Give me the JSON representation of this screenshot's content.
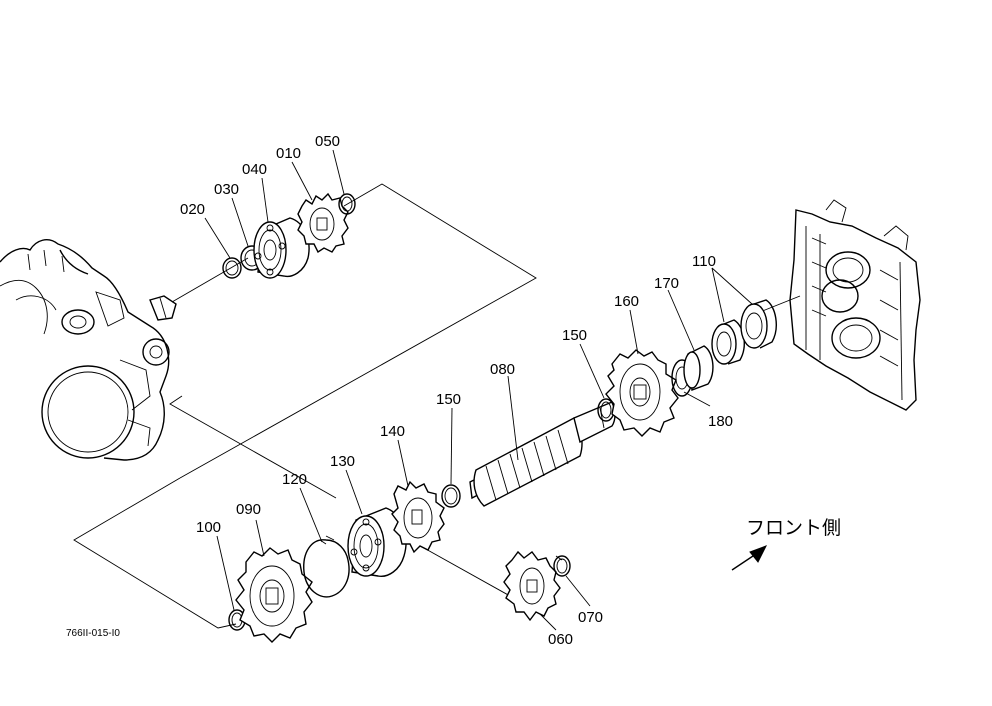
{
  "callouts": {
    "p010": "010",
    "p020": "020",
    "p030": "030",
    "p040": "040",
    "p050": "050",
    "p060": "060",
    "p070": "070",
    "p080": "080",
    "p090": "090",
    "p100": "100",
    "p110": "110",
    "p120": "120",
    "p130": "130",
    "p140": "140",
    "p150a": "150",
    "p150b": "150",
    "p160": "160",
    "p170": "170",
    "p180": "180"
  },
  "front_label": "フロント側",
  "drawing_code": "766II-015-I0"
}
